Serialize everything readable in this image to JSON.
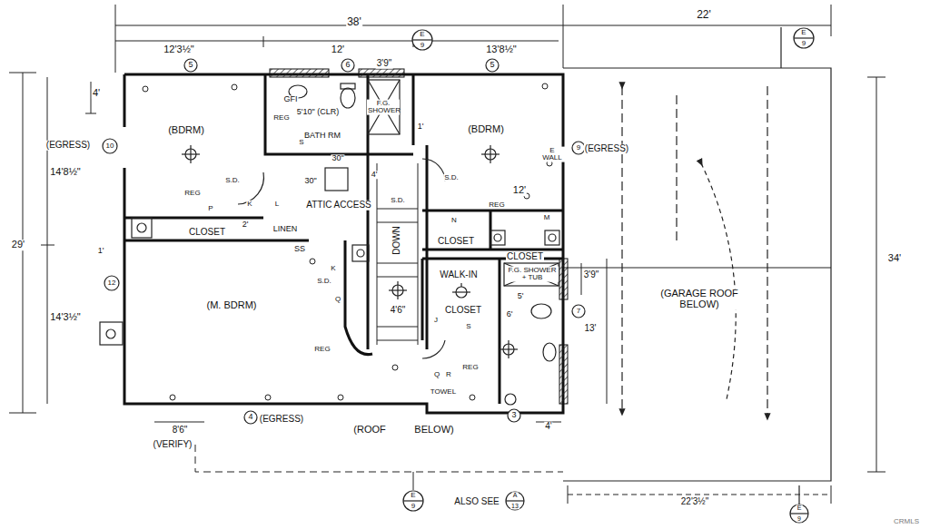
{
  "diagram": {
    "labels": [
      "38'",
      "22'",
      "12'3½\"",
      "12'",
      "13'8½\"",
      "3'9\"",
      "E",
      "9",
      "E",
      "9",
      "5",
      "6",
      "5",
      "4'",
      "29'",
      "(EGRESS)",
      "10",
      "(BDRM)",
      "14'8½\"",
      "GFI",
      "5'10\" (CLR)",
      "REG",
      "BATH RM",
      "F.G. SHOWER",
      "1'",
      "(BDRM)",
      "E WALL",
      "9",
      "(EGRESS)",
      "34'",
      "S.D.",
      "REG",
      "30\"",
      "30\"",
      "4'",
      "S.D.",
      "S.D.",
      "12'",
      "REG",
      "ATTIC ACCESS",
      "P",
      "K",
      "L",
      "CLOSET",
      "2'",
      "LINEN",
      "1'",
      "SS",
      "DOWN",
      "N",
      "M",
      "CLOSET",
      "CLOSET",
      "K",
      "S.D.",
      "12",
      "WALK-IN",
      "CLOSET",
      "F.G. SHOWER + TUB",
      "3'9\"",
      "5'",
      "6'",
      "7",
      "13'",
      "(M. BDRM)",
      "14'3½\"",
      "Q",
      "4'6\"",
      "J",
      "S",
      "REG",
      "REG",
      "Q",
      "R",
      "TOWEL",
      "4",
      "(EGRESS)",
      "3",
      "4'",
      "8'6\"",
      "(VERIFY)",
      "(ROOF",
      "BELOW)",
      "(GARAGE ROOF BELOW)",
      "ALSO SEE",
      "A",
      "13",
      "E",
      "9",
      "22'3½\"",
      "E",
      "9",
      "S",
      "CRMLS"
    ]
  }
}
